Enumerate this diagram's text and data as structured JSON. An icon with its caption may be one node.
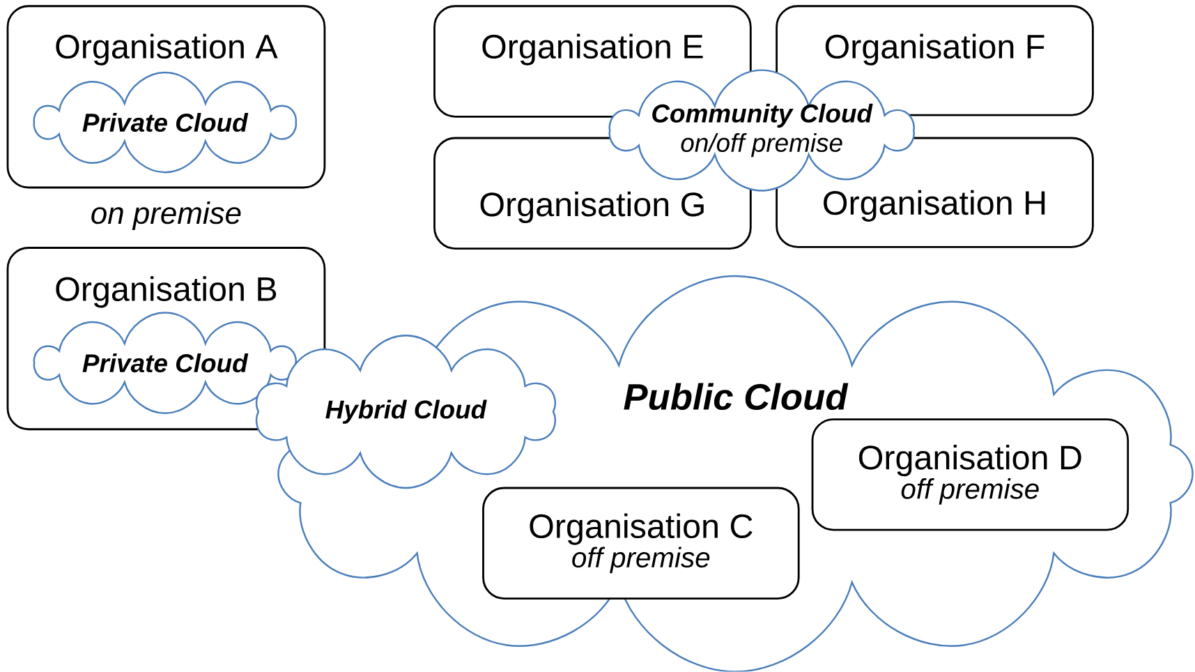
{
  "diagram": {
    "nodes": [
      {
        "text": [
          "Organisation A"
        ],
        "beside": [
          "on premise"
        ]
      },
      {
        "text": [
          "Private Cloud"
        ],
        "in": 0
      },
      {
        "text": [
          "Organisation B"
        ]
      },
      {
        "text": [
          "Private Cloud"
        ],
        "in": 2
      },
      {
        "text": [
          "Organisation E"
        ]
      },
      {
        "text": [
          "Organisation F"
        ]
      },
      {
        "text": [
          "Organisation G"
        ]
      },
      {
        "text": [
          "Organisation H"
        ]
      },
      {
        "text": [
          "Community Cloud",
          "on/off premise"
        ]
      },
      {
        "text": [
          "Public Cloud"
        ]
      },
      {
        "text": [
          "Organisation C",
          "off premise"
        ],
        "in": 9
      },
      {
        "text": [
          "Organisation D",
          "off premise"
        ],
        "in": 9
      },
      {
        "text": [
          "Hybrid Cloud"
        ]
      }
    ]
  }
}
